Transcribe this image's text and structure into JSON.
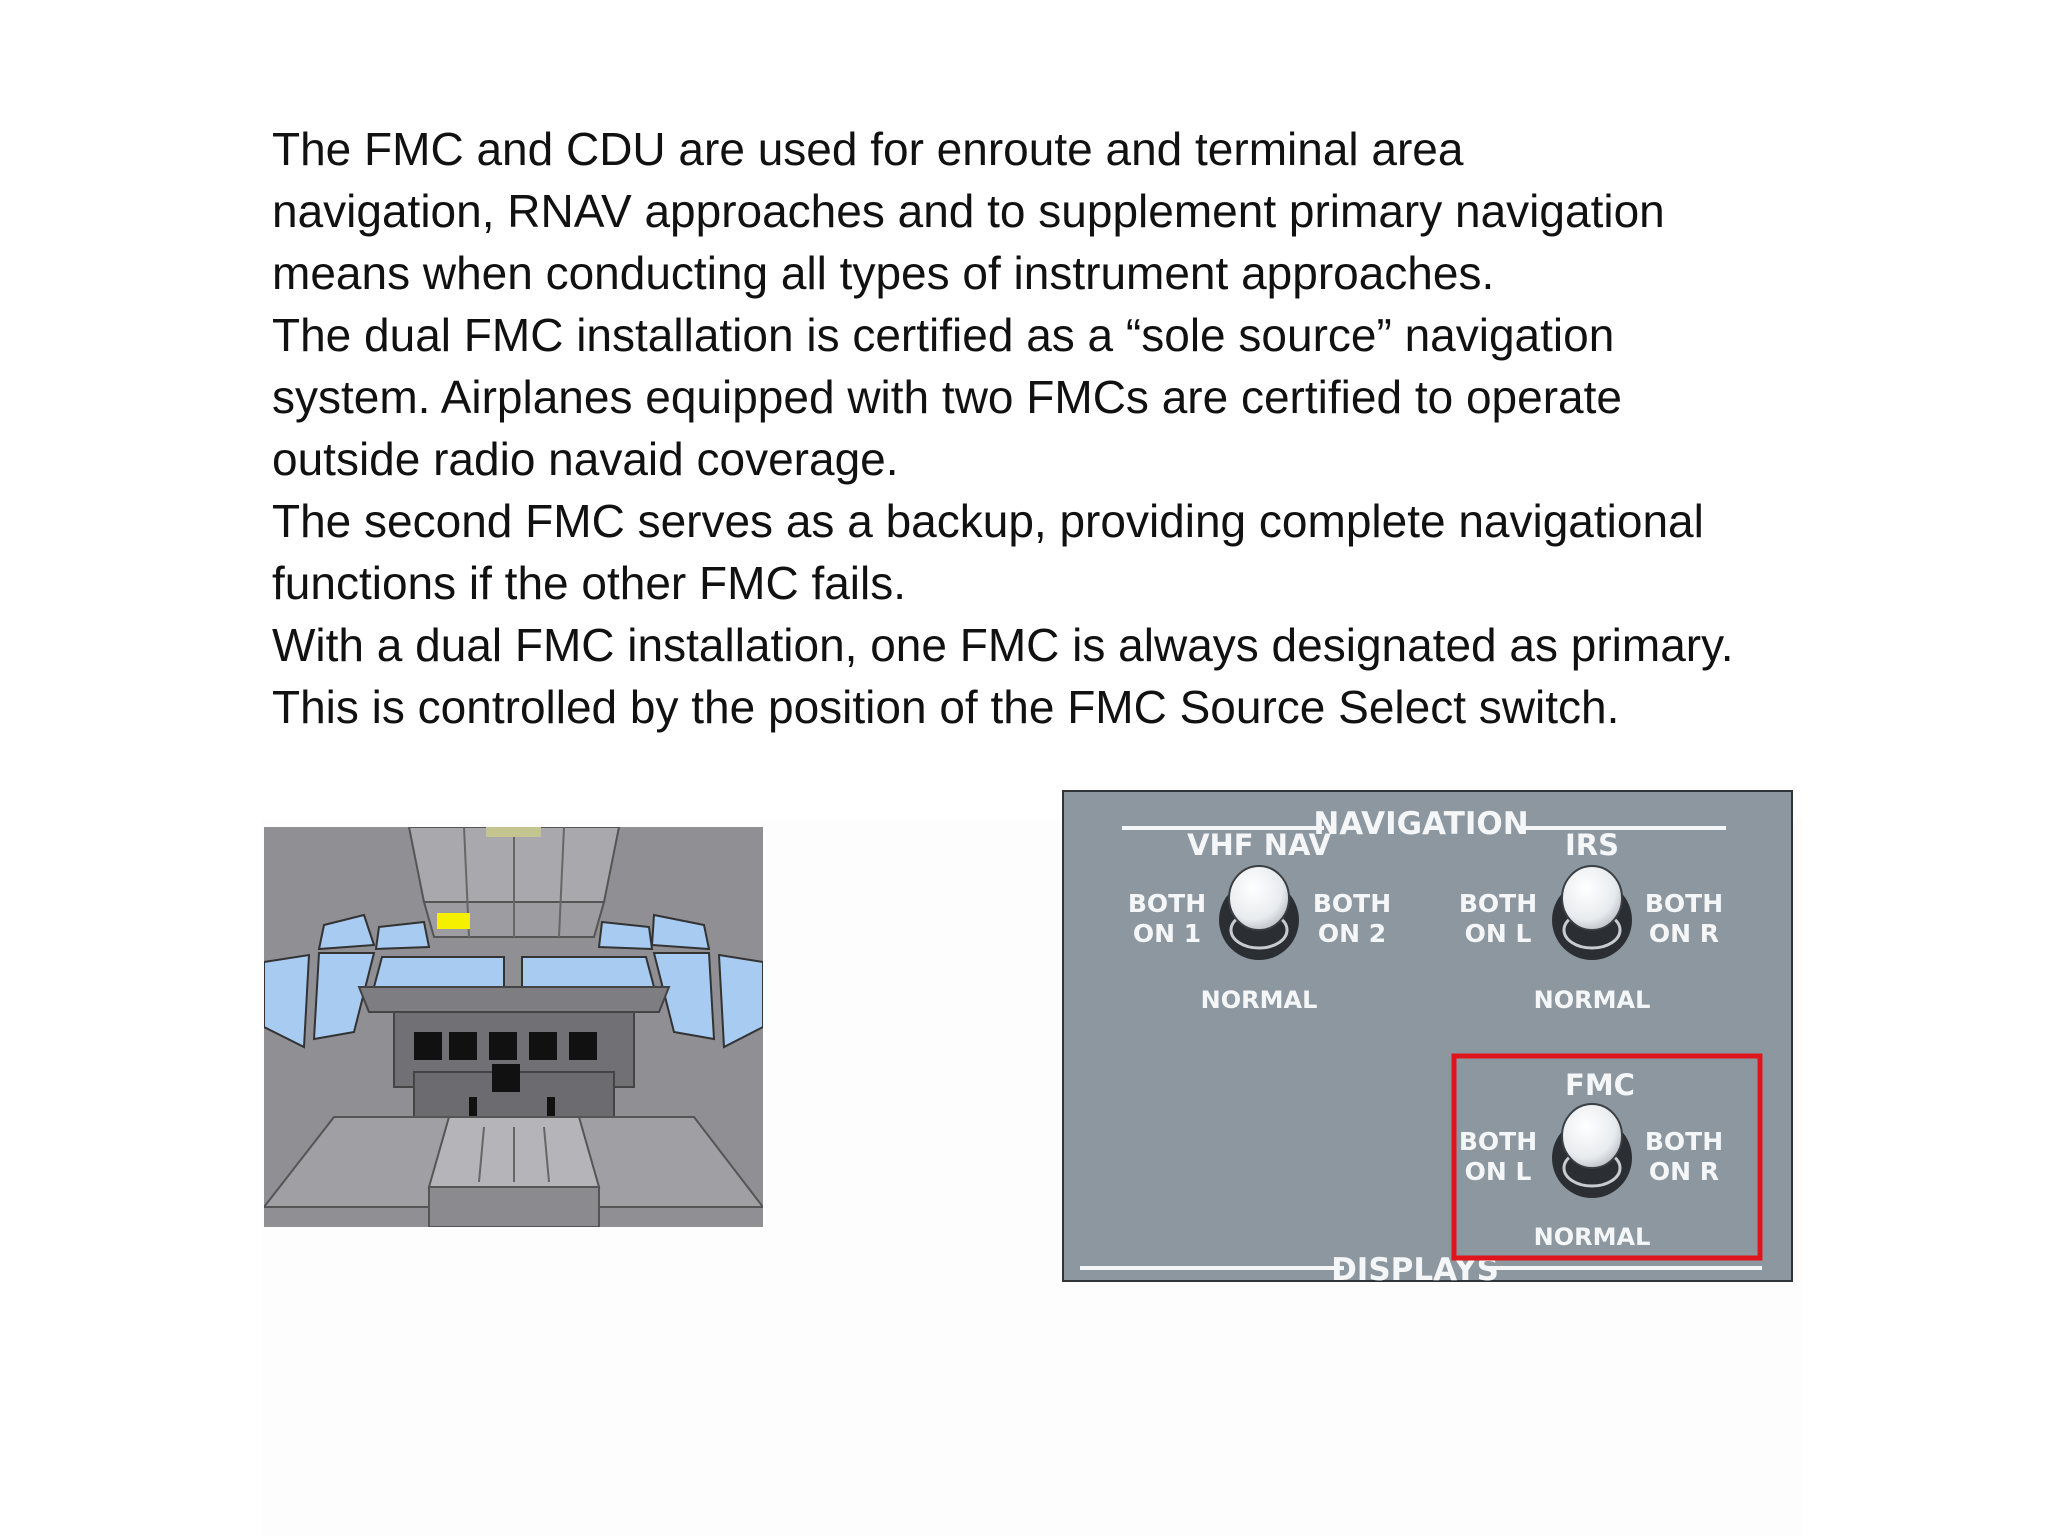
{
  "paragraphs": [
    "The FMC and CDU are used for enroute and terminal area",
    "navigation, RNAV approaches and to supplement primary navigation",
    "means when conducting all types of instrument approaches.",
    "The dual FMC installation is certified as a “sole source” navigation",
    "system. Airplanes equipped with two FMCs are certified to operate",
    "outside radio navaid coverage.",
    "The second FMC serves as a backup, providing complete navigational",
    "functions if the other FMC fails.",
    "With a dual FMC installation, one FMC is always designated as primary.",
    "This is controlled by the position of the FMC Source Select switch."
  ],
  "panel": {
    "title": "NAVIGATION",
    "bottom_title": "DISPLAYS",
    "switches": [
      {
        "name": "VHF NAV",
        "left_top": "BOTH",
        "left_bottom": "ON 1",
        "right_top": "BOTH",
        "right_bottom": "ON 2",
        "center": "NORMAL"
      },
      {
        "name": "IRS",
        "left_top": "BOTH",
        "left_bottom": "ON L",
        "right_top": "BOTH",
        "right_bottom": "ON R",
        "center": "NORMAL"
      },
      {
        "name": "FMC",
        "left_top": "BOTH",
        "left_bottom": "ON L",
        "right_top": "BOTH",
        "right_bottom": "ON R",
        "center": "NORMAL"
      }
    ]
  },
  "colors": {
    "highlight": "#e0141b",
    "panel": "#8c979f",
    "cockpit_marker": "#f5f000",
    "window": "#a8cbf2"
  },
  "icons": {
    "cockpit": "cockpit-illustration",
    "panel": "navigation-switch-panel"
  }
}
